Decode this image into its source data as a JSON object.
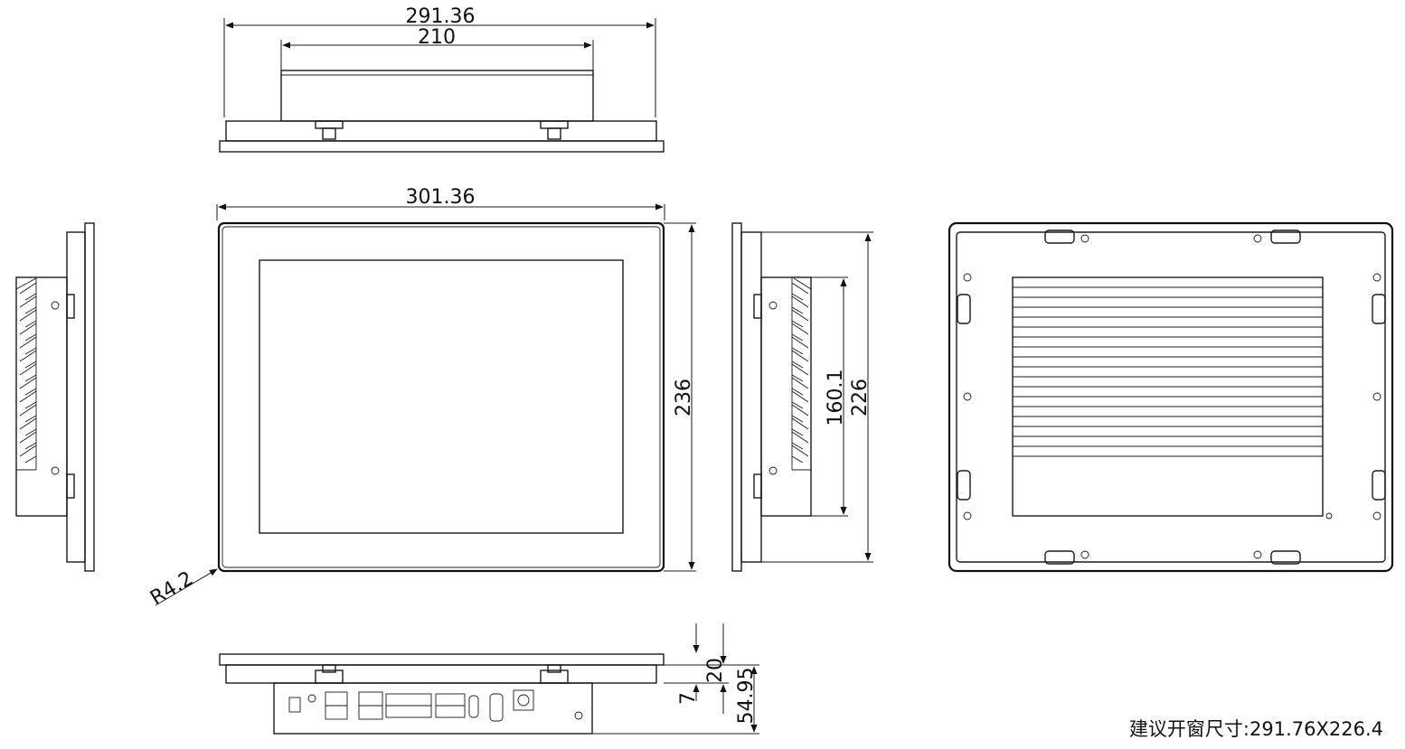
{
  "dimensions": {
    "top_overall_width": "291.36",
    "top_body_width": "210",
    "front_overall_width": "301.36",
    "front_height": "236",
    "front_corner_radius": "R4.2",
    "side_heatsink_height": "160.1",
    "side_height": "226",
    "bottom_depth_small": "7",
    "bottom_depth_mid": "20",
    "bottom_depth_total": "54.95"
  },
  "note": {
    "cutout_label": "建议开窗尺寸:291.76X226.4"
  },
  "colors": {
    "line": "#1a1a1a",
    "background": "#ffffff"
  }
}
